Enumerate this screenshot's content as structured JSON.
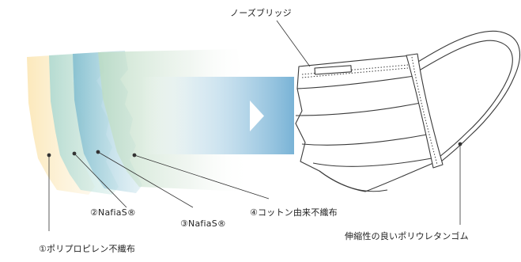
{
  "labels": {
    "nose_bridge": "ノーズブリッジ",
    "layer_1": "①ポリプロピレン不織布",
    "layer_2": "②NafiaS®",
    "layer_3": "③NafiaS®",
    "layer_4": "④コットン由来不織布",
    "ear_loop": "伸縮性の良いポリウレタンゴム"
  },
  "colors": {
    "layer_1": "#f6dca0",
    "layer_2": "#9ed3cf",
    "layer_3": "#78b9ce",
    "layer_4": "#b9dcc4",
    "arrow_band": "#8fc4df",
    "outline": "#3a3a3a"
  },
  "icons": {
    "arrow": "play-triangle-icon"
  }
}
